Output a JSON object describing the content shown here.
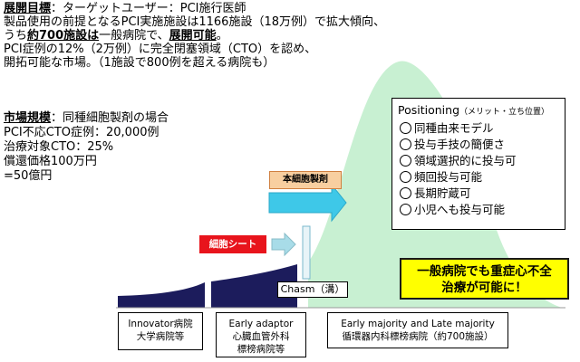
{
  "goal": {
    "heading": "展開目標",
    "target": "：ターゲットユーザー：PCI施行医師",
    "line1": "製品使用の前提となるPCI実施施設は1166施設（18万例）で拡大傾向、",
    "line2_pre": "うち",
    "line2_bold1": "約700施設は",
    "line2_mid": "一般病院で、",
    "line2_bold2": "展開可能",
    "line2_post": "。",
    "line3": "PCI症例の12%（2万例）に完全閉塞領域（CTO）を認め、",
    "line4": "開拓可能な市場。（1施設で800例を超える病院も）"
  },
  "market": {
    "heading": "市場規模",
    "subtitle": "：同種細胞製剤の場合",
    "line1": "PCI不応CTO症例：20,000例",
    "line2": "治療対象CTO：25%",
    "line3": "償還価格100万円",
    "line4": "=50億円"
  },
  "positioning": {
    "title": "Positioning",
    "subtitle": "（メリット・立ち位置）",
    "items": [
      "同種由来モデル",
      "投与手技の簡便さ",
      "領域選択的に投与可",
      "頻回投与可能",
      "長期貯蔵可",
      "小児へも投与可能"
    ]
  },
  "callout": {
    "line1": "一般病院でも重症心不全",
    "line2": "治療が可能に！"
  },
  "labels": {
    "main_product": "本細胞製剤",
    "cell_sheet": "細胞シート",
    "chasm": "Chasm（溝）"
  },
  "segments": {
    "innovator": {
      "line1": "Innovator病院",
      "line2": "大学病院等"
    },
    "early": {
      "line1": "Early adaptor",
      "line2": "心臓血管外科",
      "line3": "標榜病院等"
    },
    "majority": {
      "line1": "Early majority and Late majority",
      "line2": "循環器内科標榜病院（約700施設）"
    }
  },
  "colors": {
    "curve_fill": "#c8f0d2",
    "base_navy": "#1c1c5c",
    "arrow_cyan": "#3ec8e8",
    "arrow_light": "#a8dce8",
    "callout_yellow": "#ffff00",
    "sheet_red": "#e8141c",
    "label_orange": "#f8cfa0"
  }
}
